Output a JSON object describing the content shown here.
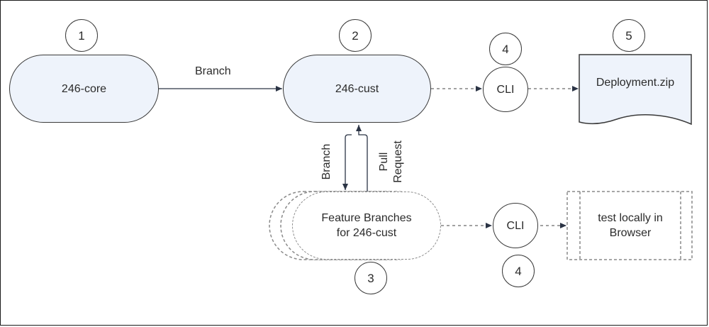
{
  "nodes": {
    "core": "246-core",
    "cust": "246-cust",
    "cli_top": "CLI",
    "deployment": "Deployment.zip",
    "feature_line1": "Feature Branches",
    "feature_line2": "for 246-cust",
    "cli_bottom": "CLI",
    "test_line1": "test locally in",
    "test_line2": "Browser"
  },
  "badges": {
    "core": "1",
    "cust": "2",
    "feature": "3",
    "cli_top": "4",
    "cli_bottom": "4",
    "deployment": "5"
  },
  "edges": {
    "core_to_cust": "Branch",
    "cust_to_feature": "Branch",
    "feature_to_cust_line1": "Pull",
    "feature_to_cust_line2": "Request"
  },
  "colors": {
    "node_fill": "#eef3fb",
    "stroke": "#3a3a3a",
    "dashed_stroke": "#8a8a8a"
  }
}
